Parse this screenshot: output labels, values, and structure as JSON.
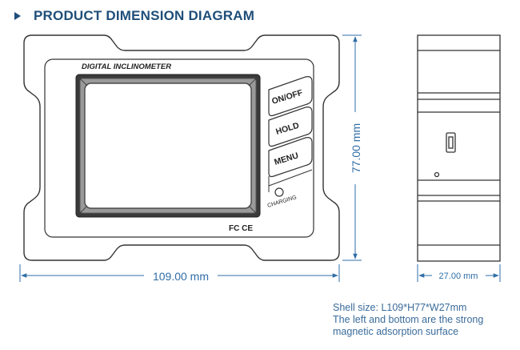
{
  "heading": "PRODUCT DIMENSION DIAGRAM",
  "device": {
    "label": "DIGITAL INCLINOMETER",
    "buttons": [
      "ON/OFF",
      "HOLD",
      "MENU"
    ],
    "charging_label": "CHARGING",
    "certification": "FC CE"
  },
  "dimensions": {
    "length": "109.00 mm",
    "height": "77.00 mm",
    "width": "27.00 mm"
  },
  "note": {
    "line1": "Shell size: L109*H77*W27mm",
    "line2": "The left and bottom are the strong",
    "line3": "magnetic adsorption surface"
  },
  "colors": {
    "heading": "#1f4e79",
    "dimension": "#2f6ea8",
    "outline": "#333333"
  }
}
